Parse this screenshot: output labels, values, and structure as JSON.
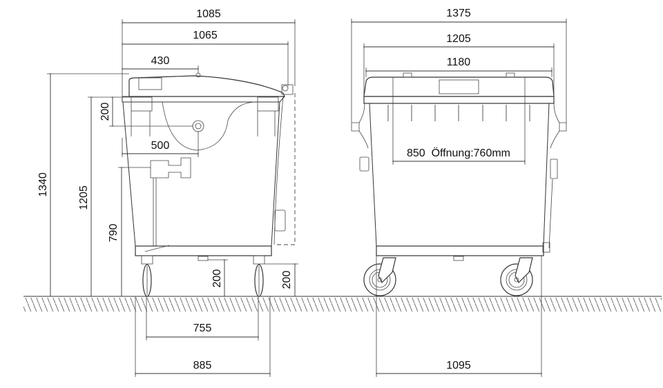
{
  "side_view": {
    "dimensions": {
      "overall_depth": "1085",
      "lid_depth": "1065",
      "pivot_offset": "430",
      "overall_height": "1340",
      "rim_height": "1205",
      "pin_drop": "200",
      "handle_height": "790",
      "pin_depth": "500",
      "pedal_height": "200",
      "frame_height": "200",
      "wheelbase": "755",
      "base_depth": "885"
    }
  },
  "front_view": {
    "dimensions": {
      "overall_width": "1375",
      "body_width": "1205",
      "lid_width": "1180",
      "opening": "850  Öffnung:760mm",
      "base_width": "1095"
    }
  },
  "colors": {
    "line": "#333333",
    "background": "#ffffff"
  }
}
